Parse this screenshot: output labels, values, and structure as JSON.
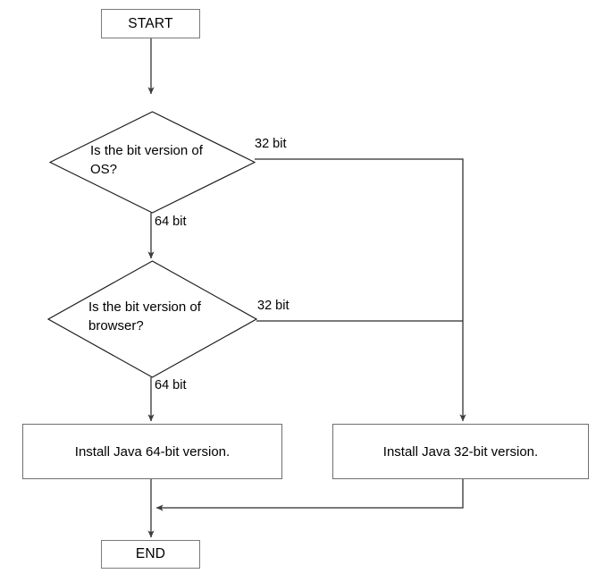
{
  "diagram": {
    "title": "Java bit-version installation decision flowchart",
    "type": "flowchart",
    "colors": {
      "background": "#ffffff",
      "terminator_border": "#7a7a7a",
      "process_border": "#6f6f6f",
      "decision_border": "#1a1a1a",
      "connector": "#5a5a5a",
      "text": "#000000"
    },
    "nodes": {
      "start": {
        "label": "START",
        "shape": "terminator"
      },
      "decision_os": {
        "label": "Is the bit version of\nOS?",
        "shape": "decision"
      },
      "decision_browser": {
        "label": "Is the bit version of\nbrowser?",
        "shape": "decision"
      },
      "install_64": {
        "label": "Install Java 64-bit version.",
        "shape": "process"
      },
      "install_32": {
        "label": "Install Java 32-bit version.",
        "shape": "process"
      },
      "end": {
        "label": "END",
        "shape": "terminator"
      }
    },
    "edges": {
      "os_32": "32 bit",
      "os_64": "64 bit",
      "browser_32": "32 bit",
      "browser_64": "64 bit"
    }
  }
}
